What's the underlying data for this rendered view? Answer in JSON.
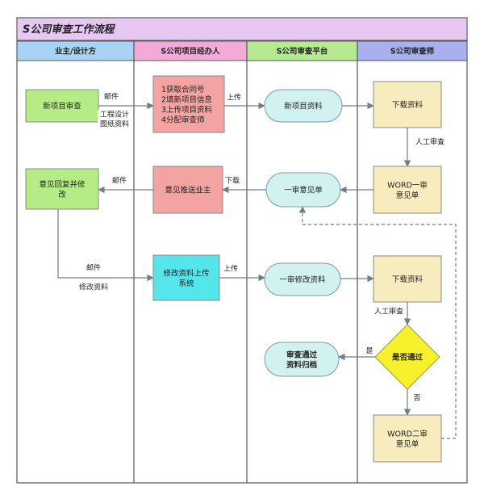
{
  "title": "S公司审查工作流程",
  "lanes": [
    {
      "id": "owner",
      "label": "业主/设计方",
      "color": "#a7d3f5"
    },
    {
      "id": "handler",
      "label": "S公司项目经办人",
      "color": "#f4a9d8"
    },
    {
      "id": "platform",
      "label": "S公司审查平台",
      "color": "#b5eb8e"
    },
    {
      "id": "reviewer",
      "label": "S公司审查师",
      "color": "#a8b0ee"
    }
  ],
  "nodes": [
    {
      "id": "new_review",
      "shape": "rect",
      "fill": "#b6ec85",
      "lines": [
        "新项目审查"
      ]
    },
    {
      "id": "handler_tasks",
      "shape": "rect",
      "fill": "#f4a3a3",
      "lines": [
        "1获取合同号",
        "2填新项目信息",
        "3上传项目资料",
        "4分配审查师"
      ]
    },
    {
      "id": "new_material",
      "shape": "rounded",
      "fill": "#d2f1f1",
      "lines": [
        "新项目资料"
      ]
    },
    {
      "id": "download1",
      "shape": "rect",
      "fill": "#f6ecbd",
      "lines": [
        "下载资料"
      ]
    },
    {
      "id": "word1",
      "shape": "rect",
      "fill": "#f6ecbd",
      "lines": [
        "WORD一审",
        "意见单"
      ]
    },
    {
      "id": "opinion1",
      "shape": "rounded",
      "fill": "#d2f1f1",
      "lines": [
        "一审意见单"
      ]
    },
    {
      "id": "push_owner",
      "shape": "rect",
      "fill": "#f4a3a3",
      "lines": [
        "意见推送业主"
      ]
    },
    {
      "id": "reply_fix",
      "shape": "rect",
      "fill": "#b6ec85",
      "lines": [
        "意见回复并修",
        "改"
      ]
    },
    {
      "id": "upload_fix",
      "shape": "rect",
      "fill": "#55e6ec",
      "lines": [
        "修改资料上传",
        "系统"
      ]
    },
    {
      "id": "fix_material",
      "shape": "rounded",
      "fill": "#d2f1f1",
      "lines": [
        "一审修改资料"
      ]
    },
    {
      "id": "download2",
      "shape": "rect",
      "fill": "#f6ecbd",
      "lines": [
        "下载资料"
      ]
    },
    {
      "id": "pass_check",
      "shape": "diamond",
      "fill": "#f7f02c",
      "lines": [
        "是否通过"
      ]
    },
    {
      "id": "archive",
      "shape": "rounded",
      "fill": "#d2f1f1",
      "lines": [
        "审查通过",
        "资料归档"
      ]
    },
    {
      "id": "word2",
      "shape": "rect",
      "fill": "#f6ecbd",
      "lines": [
        "WORD二审",
        "意见单"
      ]
    }
  ],
  "edges": [
    {
      "from": "new_review",
      "to": "handler_tasks",
      "labels": [
        "邮件",
        "工程设计",
        "图纸资料"
      ]
    },
    {
      "from": "handler_tasks",
      "to": "new_material",
      "labels": [
        "上传"
      ]
    },
    {
      "from": "new_material",
      "to": "download1",
      "labels": []
    },
    {
      "from": "download1",
      "to": "word1",
      "labels": [
        "人工审查"
      ]
    },
    {
      "from": "word1",
      "to": "opinion1",
      "labels": []
    },
    {
      "from": "opinion1",
      "to": "push_owner",
      "labels": [
        "下载"
      ]
    },
    {
      "from": "push_owner",
      "to": "reply_fix",
      "labels": [
        "邮件"
      ]
    },
    {
      "from": "reply_fix",
      "to": "upload_fix",
      "labels": [
        "邮件",
        "修改资料"
      ]
    },
    {
      "from": "upload_fix",
      "to": "fix_material",
      "labels": [
        "上传"
      ]
    },
    {
      "from": "fix_material",
      "to": "download2",
      "labels": []
    },
    {
      "from": "download2",
      "to": "pass_check",
      "labels": [
        "人工审查"
      ]
    },
    {
      "from": "pass_check",
      "to": "archive",
      "labels": [
        "是"
      ]
    },
    {
      "from": "pass_check",
      "to": "word2",
      "labels": [
        "否"
      ]
    },
    {
      "from": "word2",
      "to": "opinion1",
      "labels": [],
      "style": "dashed"
    }
  ]
}
